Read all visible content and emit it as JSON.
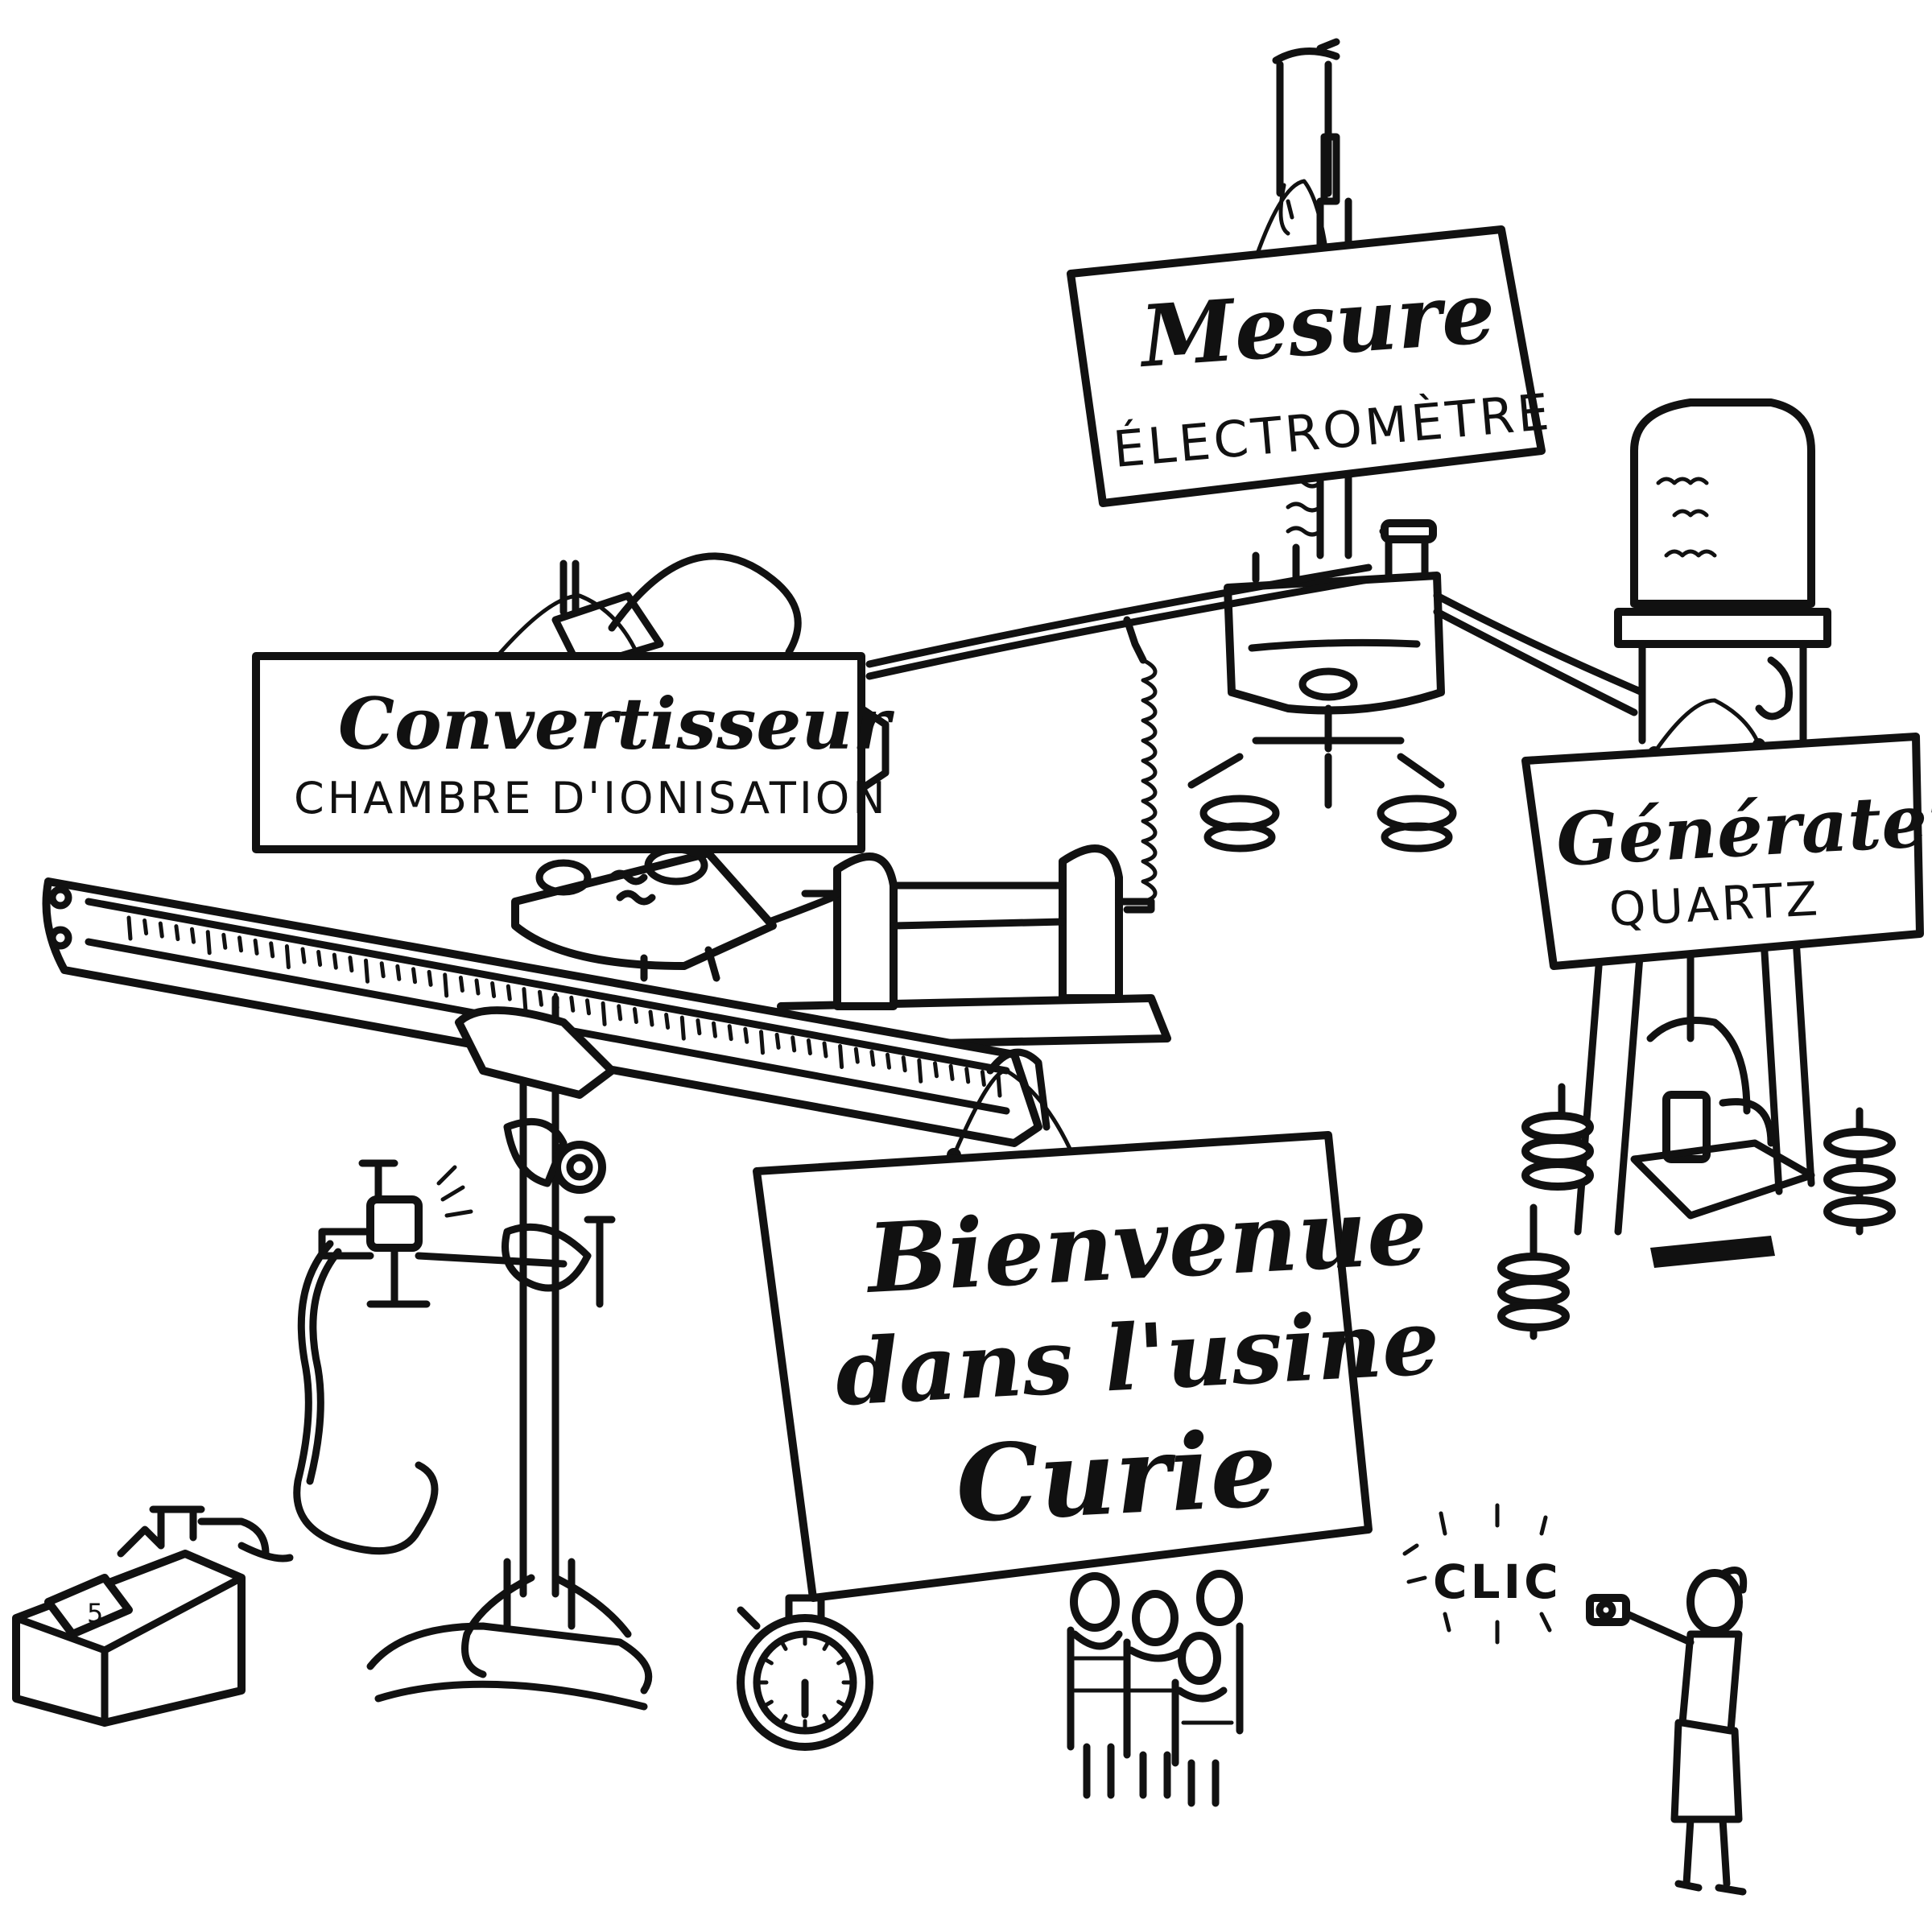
{
  "signs": {
    "mesure": {
      "title": "Mesure",
      "subtitle": "ÉLECTROMÈTRE"
    },
    "convertisseur": {
      "title": "Convertisseur",
      "subtitle": "CHAMBRE D'IONISATION"
    },
    "generateur": {
      "title": "Générateur",
      "subtitle": "QUARTZ"
    },
    "bienvenue": {
      "line1": "Bienvenue",
      "line2": "dans l'usine",
      "line3": "Curie"
    }
  },
  "sound_effect": "CLIC",
  "battery_label": "5",
  "colors": {
    "ink": "#111111",
    "paper": "#ffffff"
  },
  "icons": {
    "camera": "camera-icon",
    "stopwatch": "stopwatch-icon"
  }
}
